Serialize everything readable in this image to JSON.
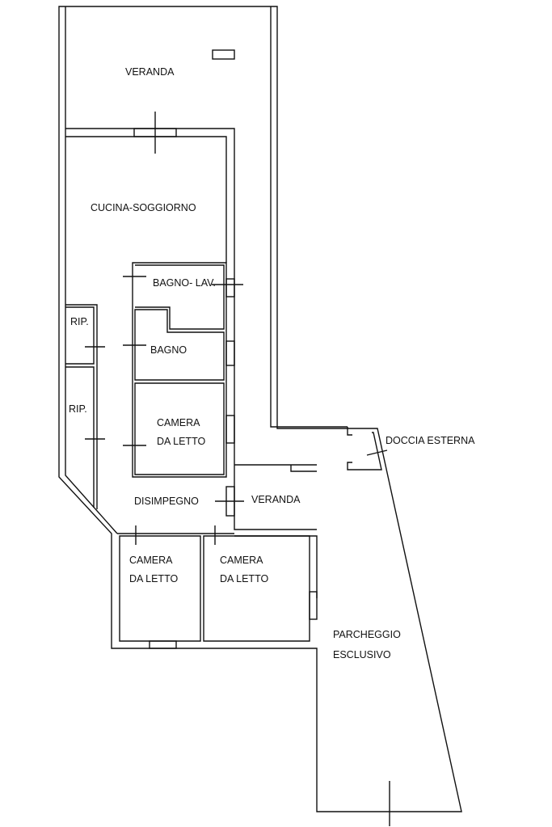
{
  "rooms": {
    "veranda_top": "VERANDA",
    "cucina": "CUCINA-SOGGIORNO",
    "bagno_lav": "BAGNO- LAV.",
    "rip1": "RIP.",
    "rip2": "RIP.",
    "bagno": "BAGNO",
    "camera1_l1": "CAMERA",
    "camera1_l2": "DA LETTO",
    "disimpegno": "DISIMPEGNO",
    "veranda_small": "VERANDA",
    "camera2_l1": "CAMERA",
    "camera2_l2": "DA LETTO",
    "camera3_l1": "CAMERA",
    "camera3_l2": "DA LETTO",
    "doccia": "DOCCIA ESTERNA",
    "parcheggio_l1": "PARCHEGGIO",
    "parcheggio_l2": "ESCLUSIVO"
  },
  "colors": {
    "line": "#111111",
    "background": "#ffffff"
  }
}
